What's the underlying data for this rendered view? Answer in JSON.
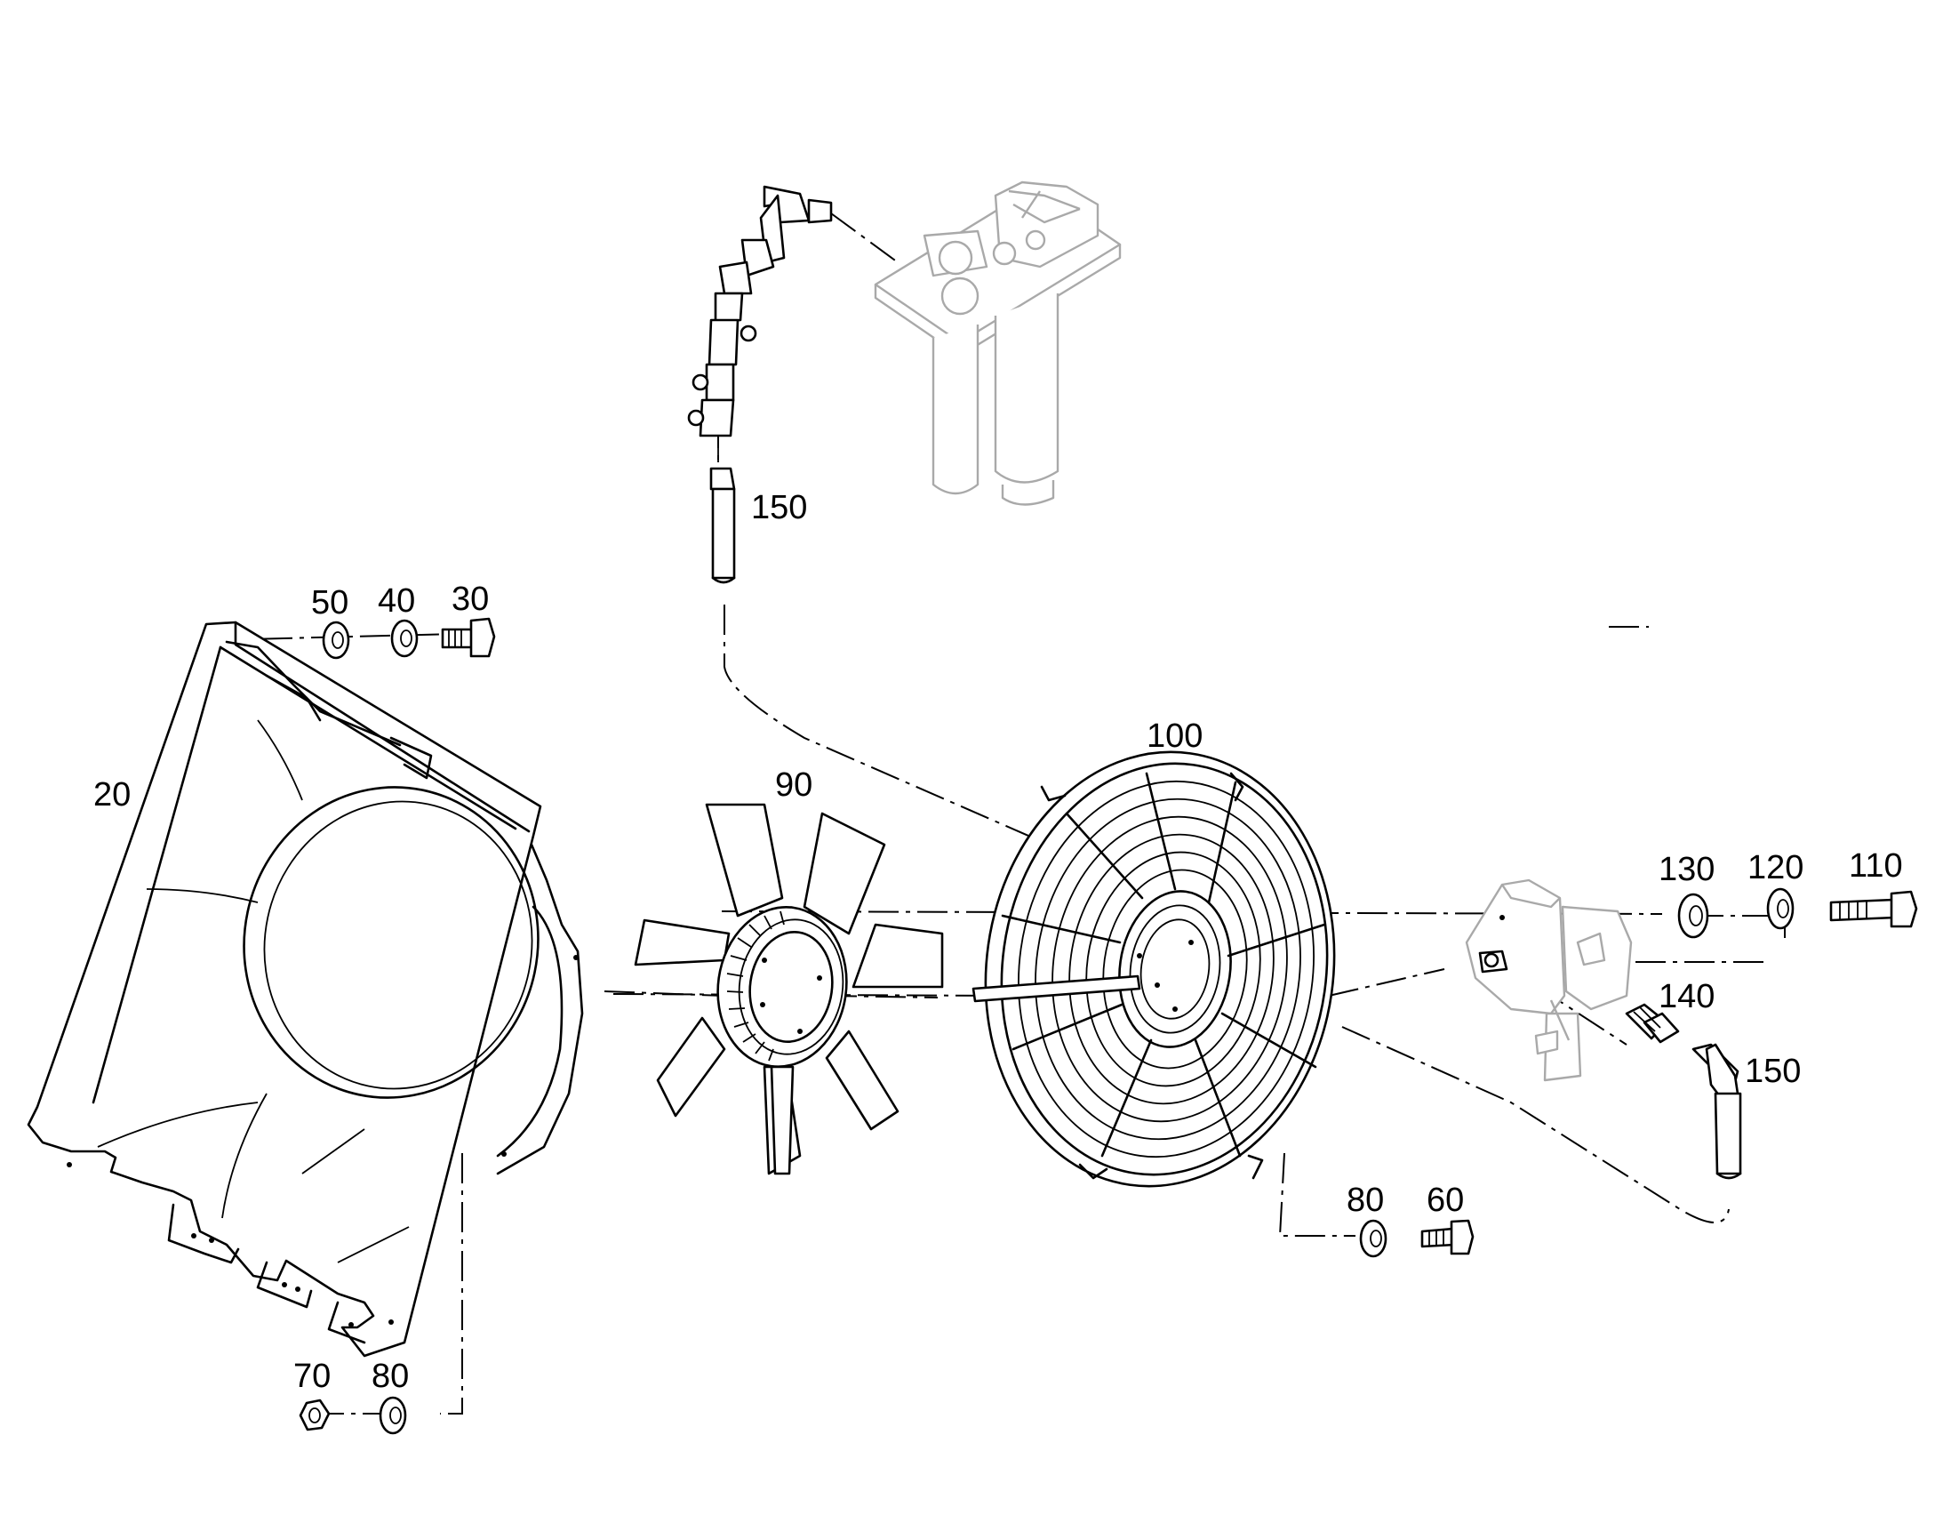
{
  "diagram": {
    "callouts": {
      "p20": "20",
      "p30": "30",
      "p40": "40",
      "p50": "50",
      "p60": "60",
      "p70": "70",
      "p80a": "80",
      "p80b": "80",
      "p90": "90",
      "p100": "100",
      "p110": "110",
      "p120": "120",
      "p130": "130",
      "p140": "140",
      "p150a": "150",
      "p150b": "150"
    },
    "icons": [
      "fan-shroud",
      "fan-blade",
      "fan-guard",
      "fan-motor",
      "filter-housing",
      "hydraulic-hose",
      "bolt",
      "washer",
      "nut",
      "fitting"
    ],
    "colors": {
      "line": "#000000",
      "phantom": "#a9a9a9",
      "background": "#ffffff"
    }
  }
}
